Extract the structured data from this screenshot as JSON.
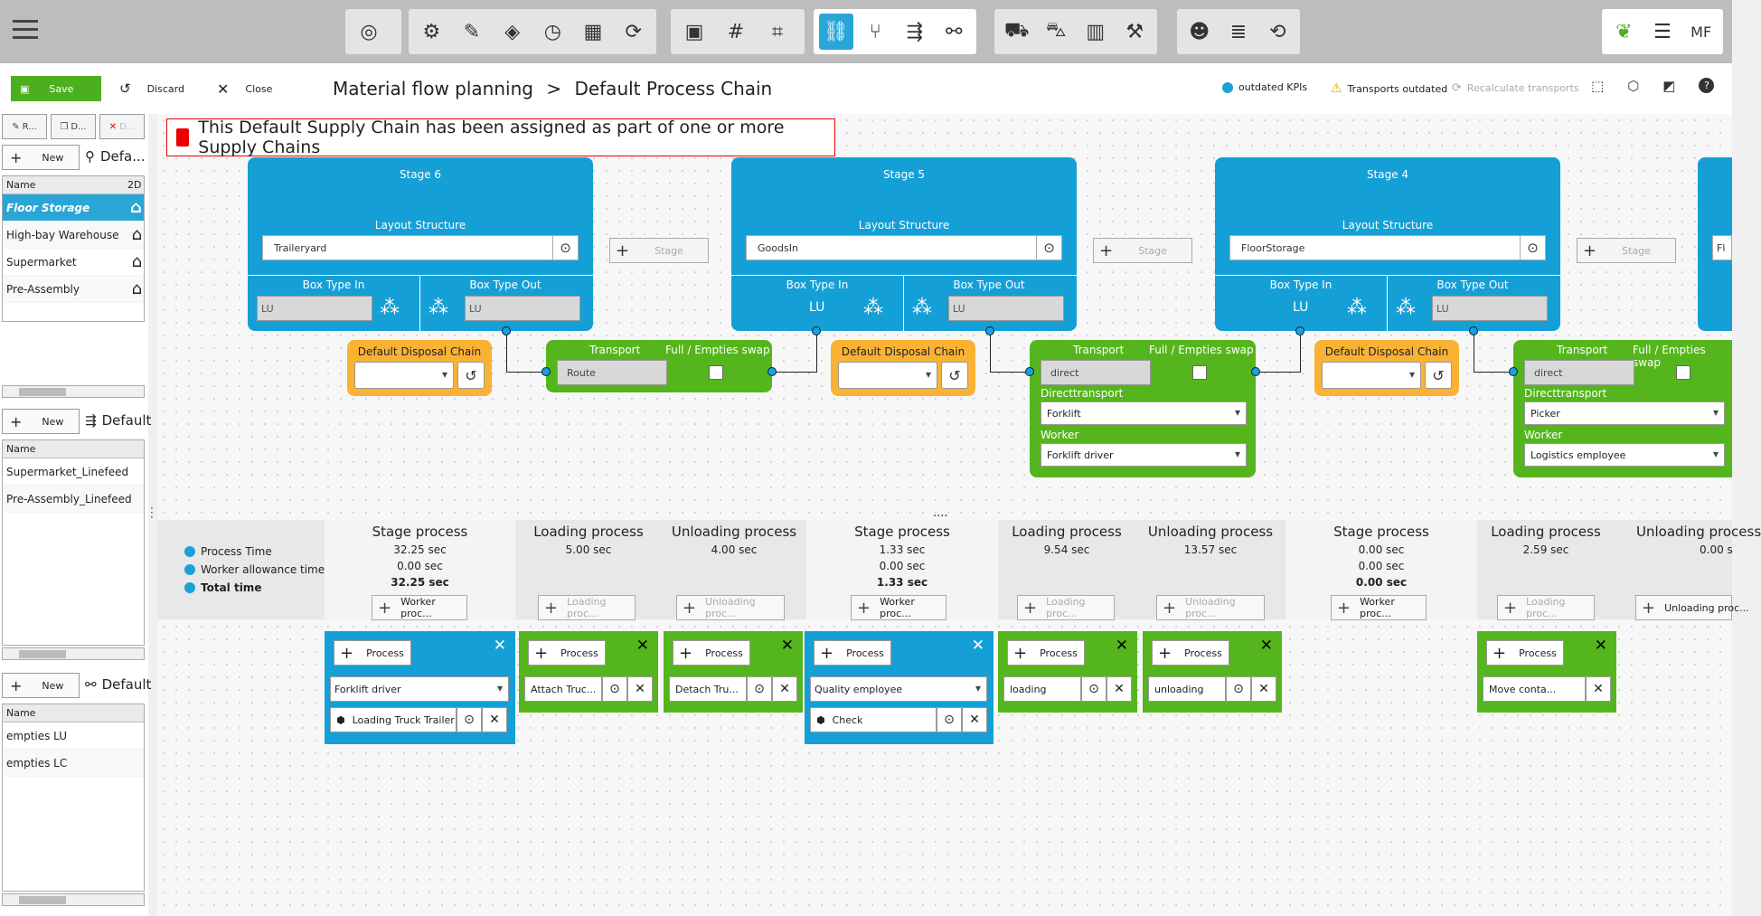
{
  "toolbar": {
    "groups": [
      {
        "icons": [
          "target-icon"
        ]
      },
      {
        "icons": [
          "cube-settings-icon",
          "ruler-icon",
          "layers-icon",
          "stopwatch-icon",
          "grid-cog-icon",
          "search-reload-icon"
        ]
      },
      {
        "icons": [
          "layout-frame-icon",
          "grid-icon",
          "crop-icon"
        ]
      },
      {
        "icons": [
          "link-icon",
          "branch-icon",
          "merge-arrow-icon",
          "link-cog-icon"
        ]
      },
      {
        "icons": [
          "truck-icon",
          "truck-trailer-icon",
          "warehouse-icon",
          "forklift-icon"
        ]
      },
      {
        "icons": [
          "people-icon",
          "coins-icon",
          "reload-box-icon"
        ]
      }
    ],
    "right_icons": [
      "leaf-icon",
      "sliders-icon",
      "mf-structure-icon"
    ],
    "mf_label": "MF"
  },
  "actions": {
    "save": "Save",
    "discard": "Discard",
    "close": "Close"
  },
  "breadcrumb": {
    "root": "Material flow planning",
    "sep": ">",
    "current": "Default Process Chain"
  },
  "status": {
    "kpis": "outdated KPIs",
    "transports": "Transports outdated",
    "recalc": "Recalculate transports"
  },
  "left": {
    "small_buttons": [
      "R...",
      "D...",
      "D..."
    ],
    "new_label": "New",
    "section1": {
      "title": "Defa...",
      "col_name": "Name",
      "col_2d": "2D",
      "rows": [
        "Floor Storage",
        "High-bay Warehouse",
        "Supermarket",
        "Pre-Assembly"
      ]
    },
    "section2": {
      "title": "Default",
      "col_name": "Name",
      "rows": [
        "Supermarket_Linefeed",
        "Pre-Assembly_Linefeed"
      ]
    },
    "section3": {
      "title": "Default",
      "col_name": "Name",
      "rows": [
        "empties LU",
        "empties LC"
      ]
    }
  },
  "banner": "This Default Supply Chain has been assigned as part of one or more Supply Chains",
  "stages": [
    {
      "title": "Stage 6",
      "layout_label": "Layout Structure",
      "layout_value": "Traileryard",
      "box_in_label": "Box Type In",
      "box_in": "LU",
      "box_out_label": "Box Type Out",
      "box_out": "LU"
    },
    {
      "title": "Stage 5",
      "layout_label": "Layout Structure",
      "layout_value": "GoodsIn",
      "box_in_label": "Box Type In",
      "box_in": "LU",
      "box_out_label": "Box Type Out",
      "box_out": "LU"
    },
    {
      "title": "Stage 4",
      "layout_label": "Layout Structure",
      "layout_value": "FloorStorage",
      "box_in_label": "Box Type In",
      "box_in": "LU",
      "box_out_label": "Box Type Out",
      "box_out": "LU"
    }
  ],
  "stage_partial_label": "Fl",
  "add_stage_label": "Stage",
  "disposal_label": "Default Disposal Chain",
  "transports": [
    {
      "label": "Transport",
      "swap": "Full / Empties swap",
      "value": "Route"
    },
    {
      "label": "Transport",
      "swap": "Full / Empties swap",
      "value": "direct",
      "dt_label": "Directtransport",
      "dt_value": "Forklift",
      "worker_label": "Worker",
      "worker_value": "Forklift driver"
    },
    {
      "label": "Transport",
      "swap": "Full / Empties swap",
      "value": "direct",
      "dt_label": "Directtransport",
      "dt_value": "Picker",
      "worker_label": "Worker",
      "worker_value": "Logistics employee"
    }
  ],
  "summary": {
    "labels": [
      "Process Time",
      "Worker allowance time",
      "Total time"
    ],
    "ellipsis": "....",
    "cols": [
      {
        "h": "Stage process",
        "v1": "32.25 sec",
        "v2": "0.00 sec",
        "v3": "32.25 sec",
        "btn": "Worker proc..."
      },
      {
        "h": "Loading process",
        "v1": "5.00 sec",
        "btn": "Loading proc..."
      },
      {
        "h": "Unloading process",
        "v1": "4.00 sec",
        "btn": "Unloading proc..."
      },
      {
        "h": "Stage process",
        "v1": "1.33 sec",
        "v2": "0.00 sec",
        "v3": "1.33 sec",
        "btn": "Worker proc..."
      },
      {
        "h": "Loading process",
        "v1": "9.54 sec",
        "btn": "Loading proc..."
      },
      {
        "h": "Unloading process",
        "v1": "13.57 sec",
        "btn": "Unloading proc..."
      },
      {
        "h": "Stage process",
        "v1": "0.00 sec",
        "v2": "0.00 sec",
        "v3": "0.00 sec",
        "btn": "Worker proc..."
      },
      {
        "h": "Loading process",
        "v1": "2.59 sec",
        "btn": "Loading proc..."
      },
      {
        "h": "Unloading process",
        "v1": "0.00 s",
        "btn": "Unloading proc..."
      }
    ]
  },
  "process_boxes": {
    "add_label": "Process",
    "p1_worker": "Forklift driver",
    "p1_item": "Loading Truck Trailer",
    "p2_item": "Attach Truc...",
    "p3_item": "Detach Tru...",
    "p4_worker": "Quality employee",
    "p4_item": "Check",
    "p5_item": "loading",
    "p6_item": "unloading",
    "p7_item": "Move conta..."
  },
  "colors": {
    "stage": "#14a0d6",
    "transport": "#55b51c",
    "disposal": "#f9b233",
    "save": "#4caf1f",
    "warning_border": "#e00000"
  }
}
